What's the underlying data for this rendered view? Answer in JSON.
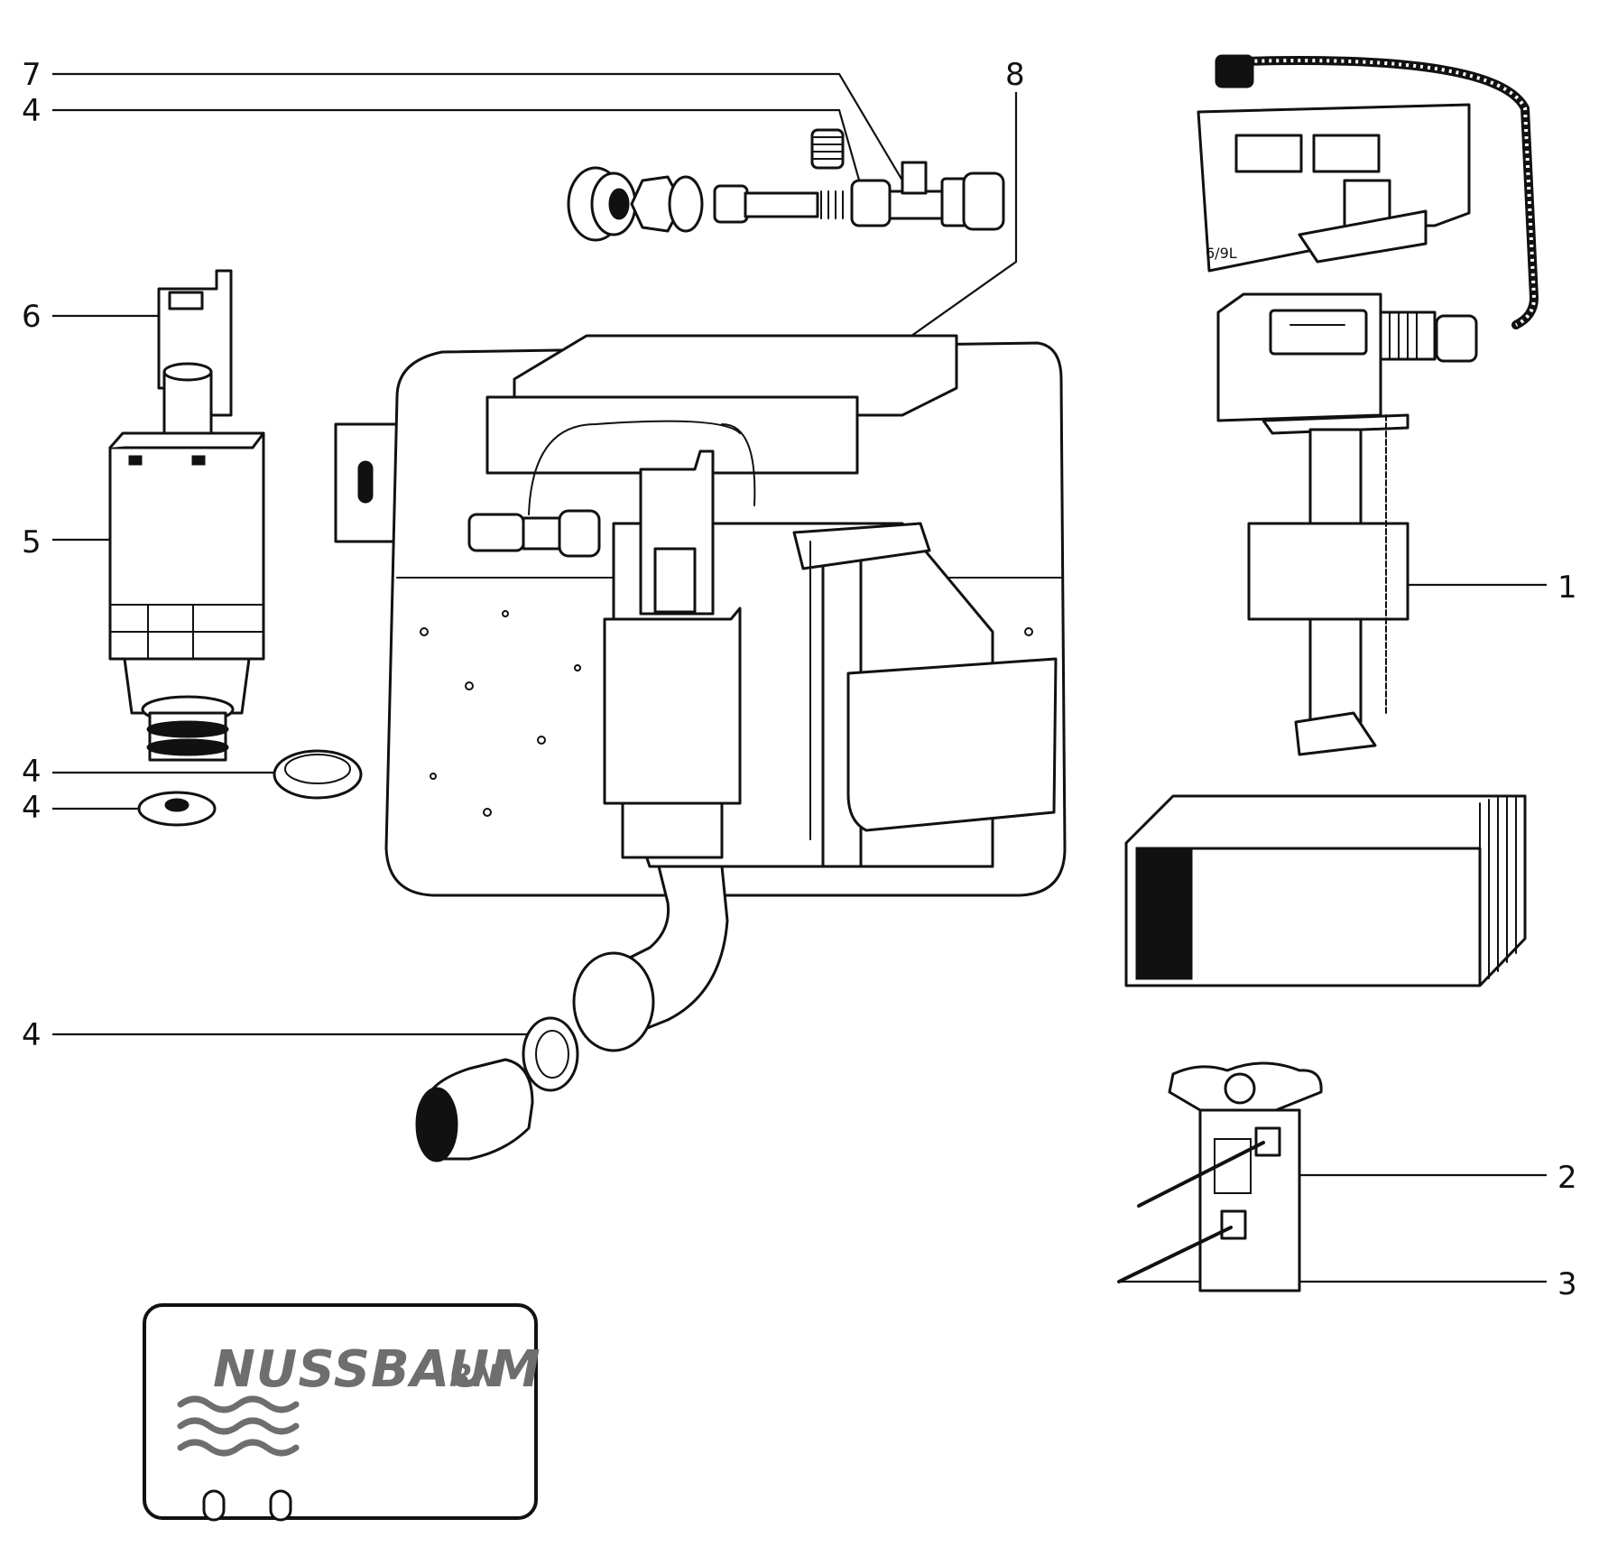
{
  "callouts": {
    "c7": "7",
    "c4_top": "4",
    "c8": "8",
    "c6": "6",
    "c5": "5",
    "c4_ring": "4",
    "c4_disc": "4",
    "c4_elbow": "4",
    "c1": "1",
    "c2": "2",
    "c3": "3"
  },
  "labels": {
    "cistern_volume_mark": "6/9L"
  },
  "logo": {
    "brand": "NUSSBAUM",
    "suffix": "RN"
  },
  "colors": {
    "ink": "#111111",
    "logo_grey": "#6e6e6e",
    "background": "#ffffff"
  }
}
